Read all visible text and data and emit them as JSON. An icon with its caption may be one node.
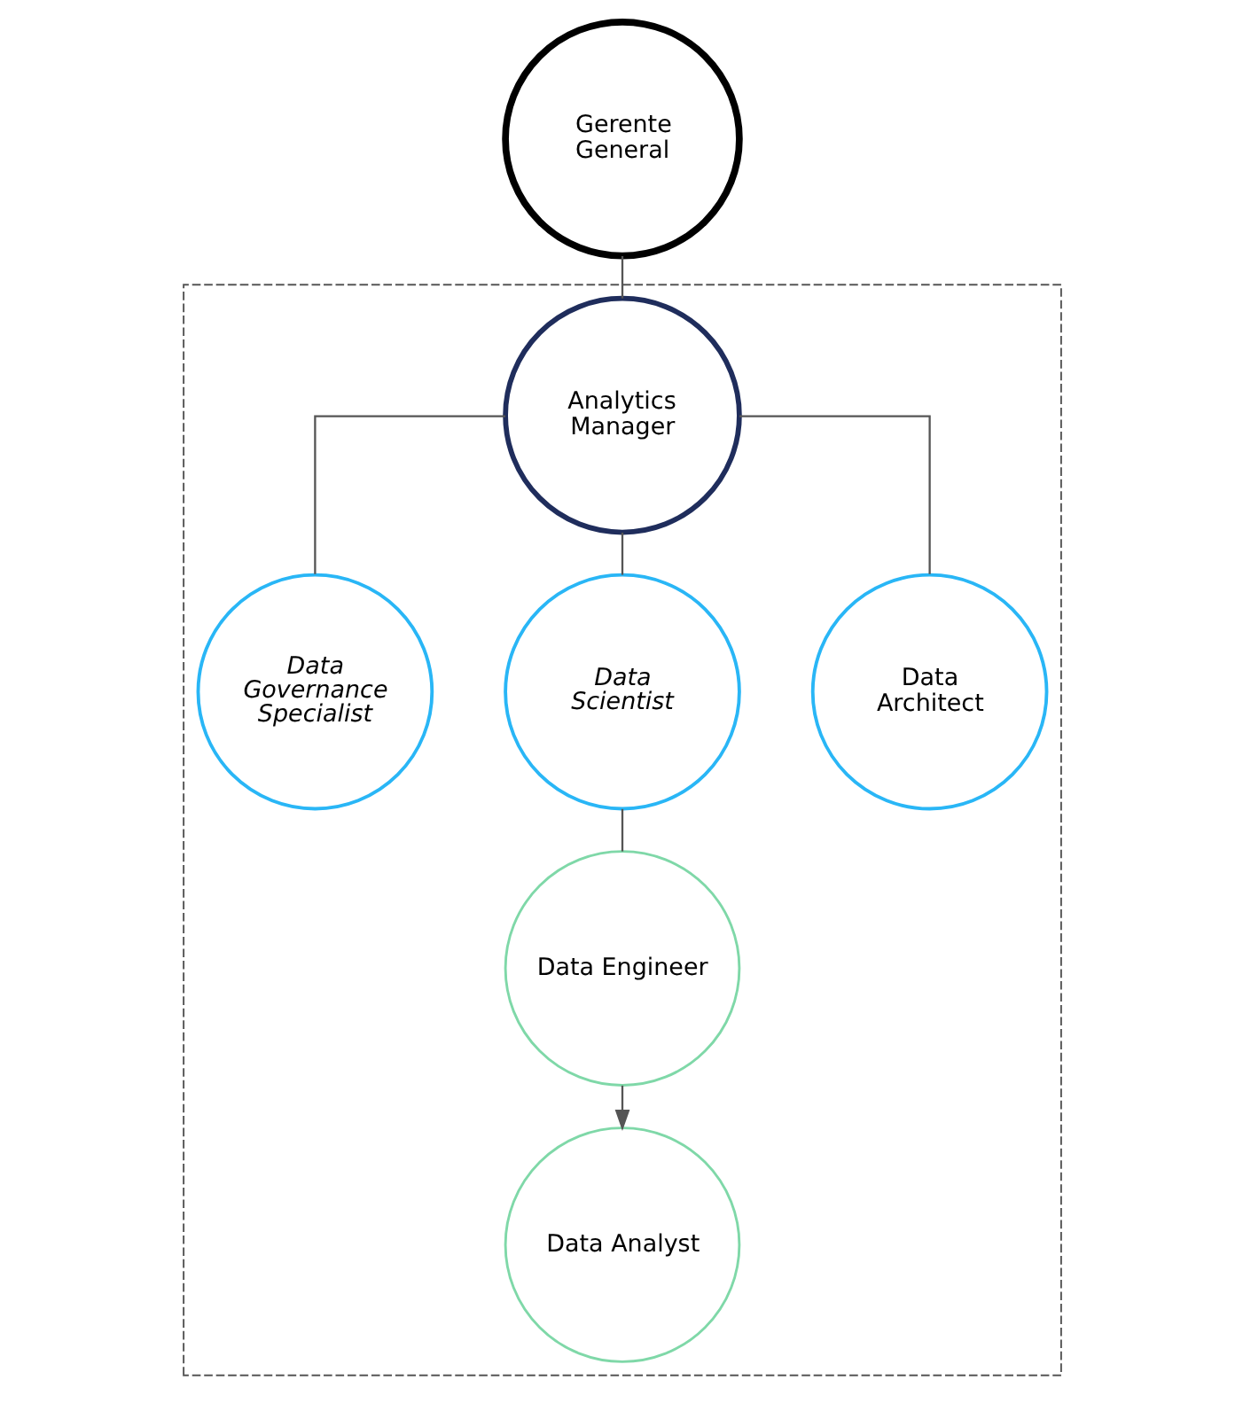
{
  "diagram": {
    "nodes": [
      {
        "text": [
          "Gerente General"
        ]
      },
      {
        "text": [],
        "shape": "box"
      },
      {
        "text": [
          "Analytics Manager"
        ],
        "in": 1
      },
      {
        "text": [
          "Data Governance Specialist"
        ],
        "in": 1
      },
      {
        "text": [
          "Data Scientist"
        ],
        "in": 1
      },
      {
        "text": [
          "Data Architect"
        ],
        "in": 1
      },
      {
        "text": [
          "Data Engineer"
        ],
        "in": 1
      },
      {
        "text": [
          "Data Analyst"
        ],
        "in": 1
      }
    ],
    "edges": [
      {
        "from": 0,
        "to": 2,
        "arrow": "none"
      },
      {
        "from": 2,
        "to": 3,
        "arrow": "none"
      },
      {
        "from": 2,
        "to": 4,
        "arrow": "none"
      },
      {
        "from": 2,
        "to": 5,
        "arrow": "none"
      },
      {
        "from": 4,
        "to": 6,
        "arrow": "none"
      },
      {
        "from": 6,
        "to": 7,
        "arrow": "to"
      }
    ]
  }
}
